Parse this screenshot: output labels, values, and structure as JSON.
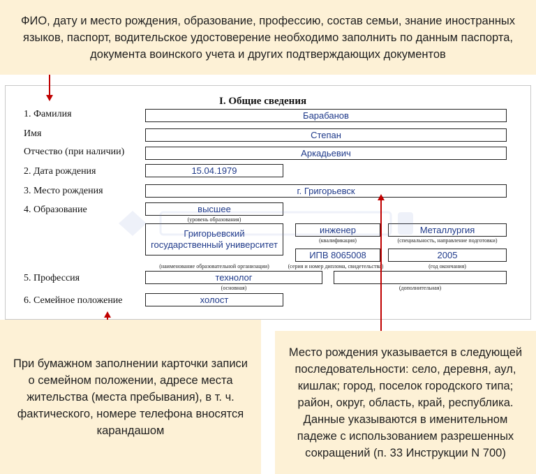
{
  "callouts": {
    "top": "ФИО, дату и место рождения, образование, профессию, состав семьи, знание иностранных языков, паспорт, водительское удостоверение необходимо заполнить по данным паспорта, документа воинского учета и других подтверждающих документов",
    "bottom_left": "При бумажном заполнении карточки записи о семейном положении, адресе места жительства (места пребывания), в т. ч. фактического, номере телефона вносятся карандашом",
    "bottom_right": "Место рождения указывается в следующей последовательности: село, деревня, аул, кишлак; город, поселок городского типа; район, округ, область, край, республика. Данные указываются в именительном падеже с использованием разрешенных сокращений (п. 33 Инструкции N 700)"
  },
  "form": {
    "section_title": "I. Общие сведения",
    "labels": {
      "surname": "1. Фамилия",
      "name": "Имя",
      "patronymic": "Отчество (при наличии)",
      "birth_date": "2. Дата рождения",
      "birth_place": "3. Место рождения",
      "education": "4. Образование",
      "profession": "5. Профессия",
      "family_status": "6. Семейное положение"
    },
    "values": {
      "surname": "Барабанов",
      "name": "Степан",
      "patronymic": "Аркадьевич",
      "birth_date": "15.04.1979",
      "birth_place": "г. Григорьевск",
      "education_level": "высшее",
      "institution": "Григорьевский государственный университет",
      "qualification": "инженер",
      "specialty": "Металлургия",
      "diploma": "ИПВ 8065008",
      "graduation_year": "2005",
      "profession_main": "технолог",
      "profession_extra": "",
      "family_status": "холост"
    },
    "captions": {
      "education_level": "(уровень образования)",
      "institution": "(наименование образовательной организации)",
      "qualification": "(квалификация)",
      "specialty": "(специальность, направление подготовки)",
      "diploma": "(серия и номер диплома, свидетельства)",
      "graduation_year": "(год окончания)",
      "profession_main": "(основная)",
      "profession_extra": "(дополнительная)"
    }
  },
  "colors": {
    "callout_bg": "#fdf1d6",
    "arrow": "#c00000",
    "value_text": "#1f3a8a"
  }
}
